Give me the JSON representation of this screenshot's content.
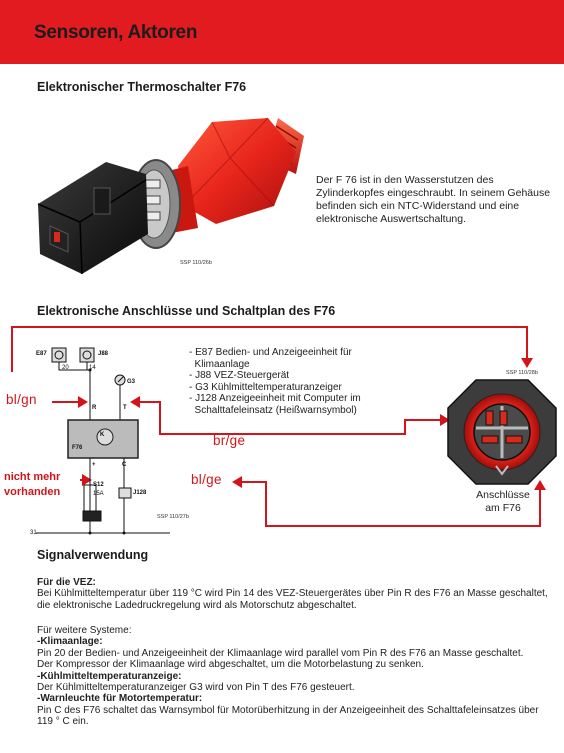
{
  "header": {
    "title": "Sensoren, Aktoren"
  },
  "section1": {
    "title": "Elektronischer Thermoschalter F76",
    "description": "Der F 76 ist in den Wasserstutzen des Zylinderkopfes eingeschraubt. In seinem Gehäuse befinden sich ein NTC-Widerstand und eine elektronische Auswertschaltung.",
    "ssp": "SSP 110/26b"
  },
  "section2": {
    "title": "Elektronische Anschlüsse und Schaltplan des F76",
    "legend": [
      "- E87 Bedien- und Anzeigeeinheit für",
      "  Klimaanlage",
      "- J88 VEZ-Steuergerät",
      "- G3 Kühlmitteltemperaturanzeiger",
      "- J128 Anzeigeeinheit mit Computer im",
      "  Schalttafeleinsatz (Heißwarnsymbol)"
    ],
    "ssp_diagram": "SSP 110/27b",
    "ssp_connector": "SSP 110/28b",
    "connector_label_line1": "Anschlüsse",
    "connector_label_line2": "am F76",
    "annotations": {
      "bl_gn": "bl/gn",
      "br_ge": "br/ge",
      "bl_ge": "bl/ge",
      "nicht_mehr_line1": "nicht mehr",
      "nicht_mehr_line2": "vorhanden"
    },
    "diagram_labels": {
      "e87": "E87",
      "j88": "J88",
      "g3": "G3",
      "w20": "20",
      "w14": "14",
      "r": "R",
      "t": "T",
      "plus": "+",
      "c": "C",
      "s12": "S12",
      "a15": "15A",
      "j128": "J128",
      "f76": "F76",
      "k": "K",
      "gnd": "31"
    }
  },
  "signal": {
    "title": "Signalverwendung",
    "vez_heading": "Für die VEZ:",
    "vez_text": "Bei Kühlmitteltemperatur über 119 °C wird Pin 14 des VEZ-Steuergerätes über Pin R des F76 an Masse geschaltet, die elektronische Ladedruckregelung wird als Motorschutz abgeschaltet.",
    "other_heading": "Für weitere Systeme:",
    "klima_heading": "-Klimaanlage:",
    "klima_text1": "Pin 20 der Bedien- und Anzeigeeinheit der Klimaanlage wird parallel vom Pin R des F76 an Masse geschaltet.",
    "klima_text2": "Der Kompressor der Klimaanlage wird abgeschaltet, um die Motorbelastung zu senken.",
    "kuehl_heading": "-Kühlmitteltemperaturanzeige:",
    "kuehl_text": "Der Kühlmitteltemperaturanzeiger G3 wird von Pin T des F76 gesteuert.",
    "warn_heading": "-Warnleuchte für Motortemperatur:",
    "warn_text": "Pin C des F76 schaltet das Warnsymbol für Motorüberhitzung in der Anzeigeeinheit des Schalttafeleinsatzes über 119 ° C ein."
  },
  "colors": {
    "header_red": "#e11b1f",
    "annotation_red": "#d4141b",
    "sensor_red": "#e8251c"
  }
}
